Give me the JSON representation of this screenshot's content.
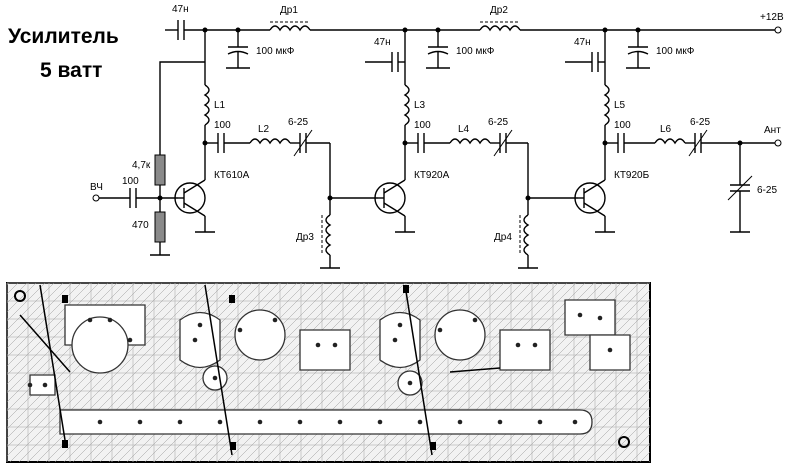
{
  "title": {
    "line1": "Усилитель",
    "line2": "5 ватт"
  },
  "rails": {
    "supply": "+12В",
    "input": "ВЧ",
    "output": "Ант"
  },
  "components": {
    "c_in": "100",
    "r1": "4,7к",
    "r2": "470",
    "c_top": "47н",
    "dr1": "Др1",
    "dr2": "Др2",
    "c_bulk1": "100 мкФ",
    "c_bulk2": "100 мкФ",
    "c_bulk3": "100 мкФ",
    "c_dec2": "47н",
    "c_dec3": "47н",
    "l1": "L1",
    "l3": "L3",
    "l5": "L5",
    "c_c1": "100",
    "c_c2": "100",
    "c_c3": "100",
    "l2": "L2",
    "l4": "L4",
    "l6": "L6",
    "tc1": "6-25",
    "tc2": "6-25",
    "tc3": "6-25",
    "tc4": "6-25",
    "q1": "КТ610А",
    "q2": "КТ920А",
    "q3": "КТ920Б",
    "dr3": "Др3",
    "dr4": "Др4"
  }
}
